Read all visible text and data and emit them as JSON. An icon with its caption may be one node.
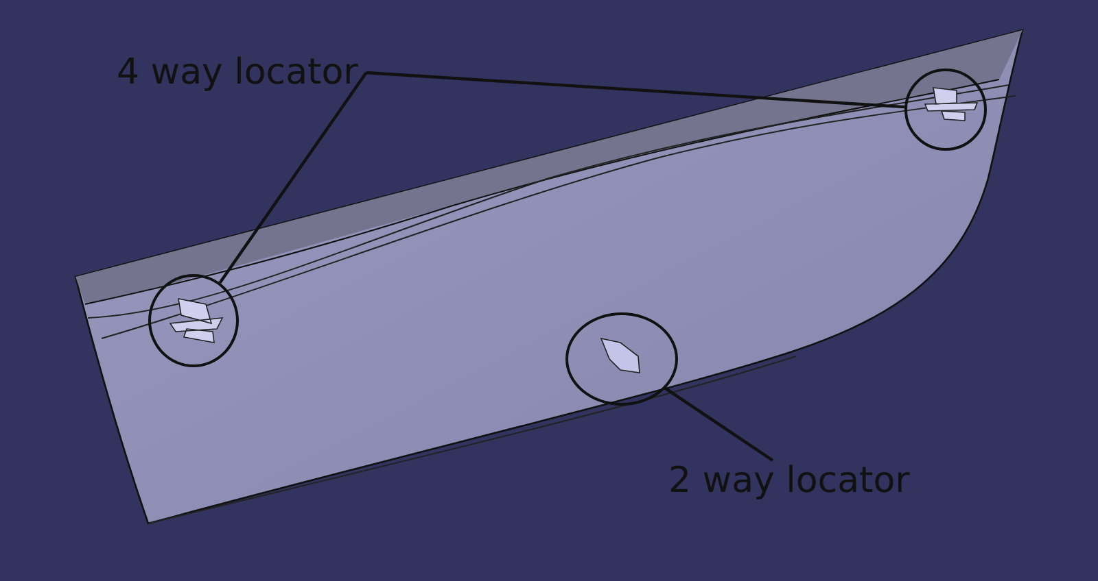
{
  "diagram": {
    "nodes": [
      {
        "text": [
          "4 way locator"
        ]
      },
      {
        "text": [
          "2 way locator"
        ]
      },
      {
        "text": [],
        "shape": "circle"
      },
      {
        "text": [],
        "shape": "circle"
      },
      {
        "text": [],
        "shape": "circle"
      }
    ],
    "edges": [
      {
        "from": 0,
        "to": 2,
        "arrow": "none"
      },
      {
        "from": 0,
        "to": 3,
        "arrow": "none"
      },
      {
        "from": 1,
        "to": 4,
        "arrow": "none"
      }
    ]
  }
}
